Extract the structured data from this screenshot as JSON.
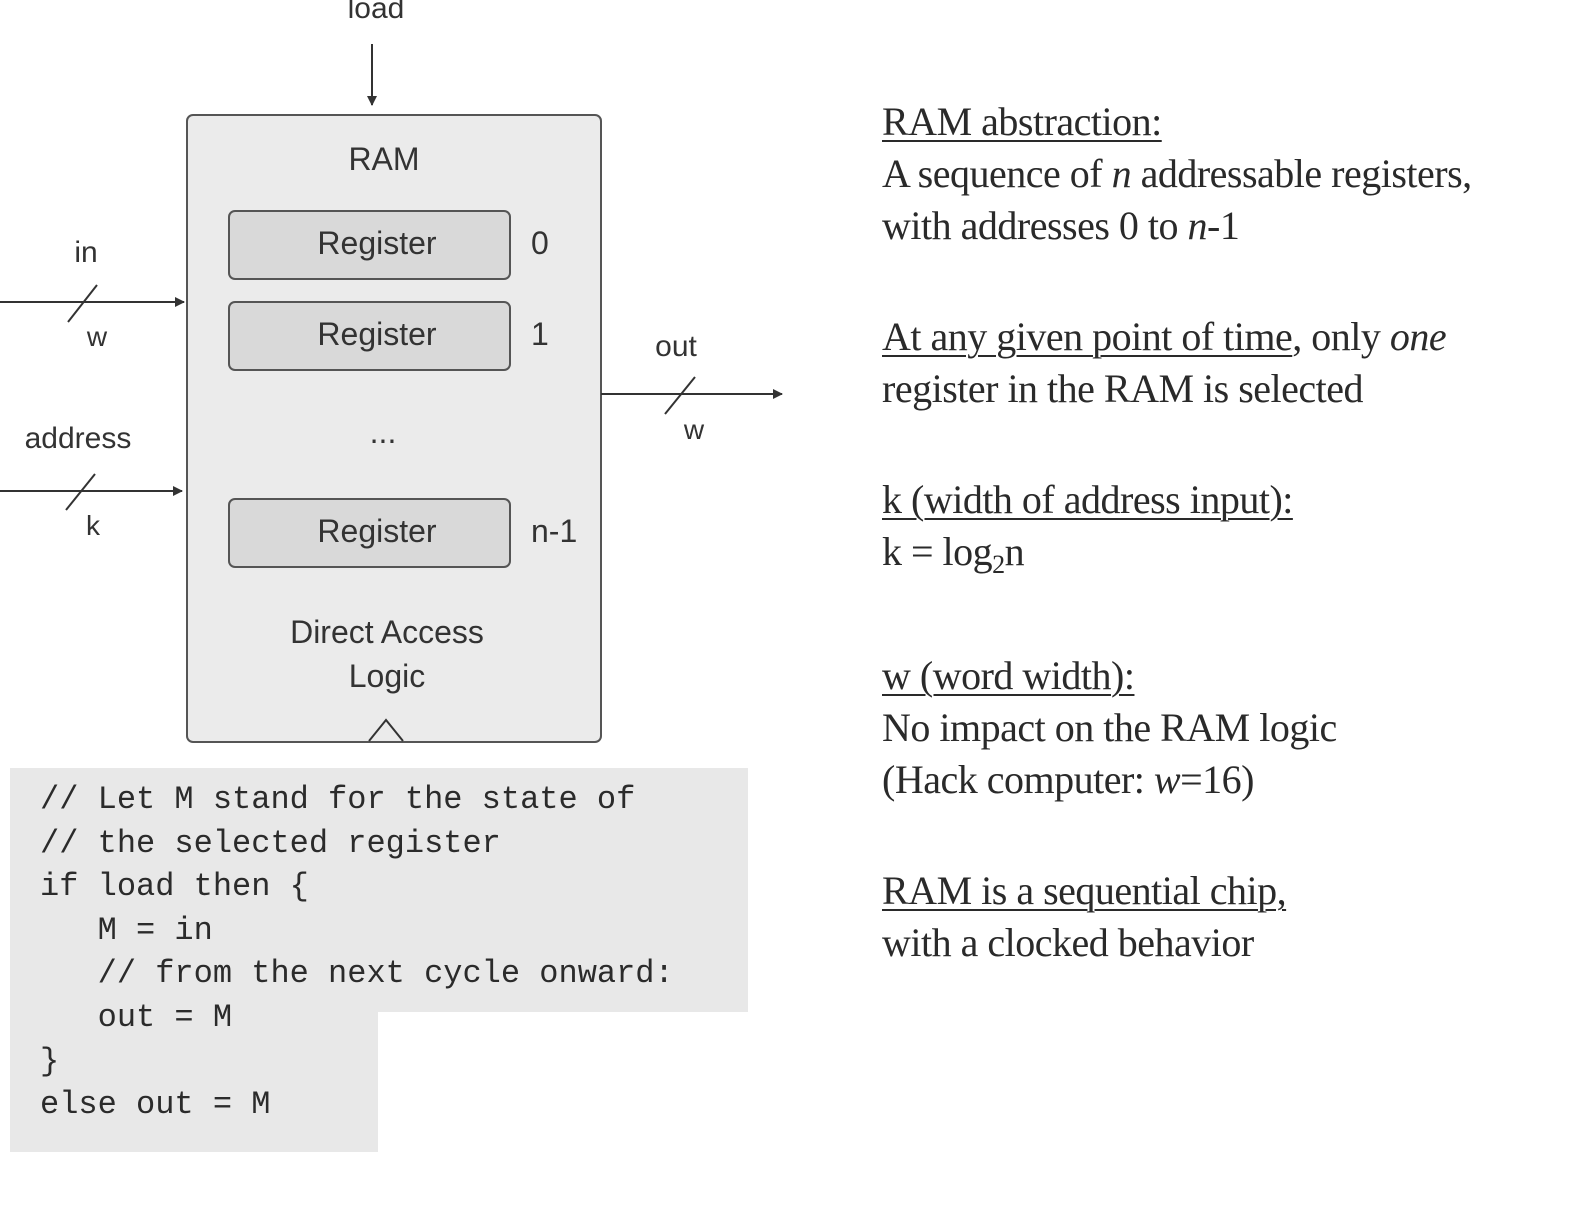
{
  "diagram": {
    "chip_title": "RAM",
    "registers": [
      {
        "label": "Register",
        "index": "0"
      },
      {
        "label": "Register",
        "index": "1"
      },
      {
        "label": "Register",
        "index": "n-1"
      }
    ],
    "ellipsis": "...",
    "logic_label_line1": "Direct Access",
    "logic_label_line2": "Logic",
    "load_label": "load",
    "in_label": "in",
    "in_width": "w",
    "address_label": "address",
    "address_width": "k",
    "out_label": "out",
    "out_width": "w"
  },
  "code": [
    "// Let M stand for the state of",
    "// the selected register",
    "if load then {",
    "   M = in",
    "   // from the next cycle onward:",
    "   out = M",
    "}",
    "else out = M"
  ],
  "notes": {
    "abstraction": {
      "heading": "RAM abstraction:",
      "line1_a": "A sequence of ",
      "line1_n": "n",
      "line1_b": " addressable registers,",
      "line2_a": "with addresses 0 to ",
      "line2_n": "n",
      "line2_b": "-1"
    },
    "selection": {
      "heading": "At any given point of time",
      "after_heading": ", only ",
      "one": "one",
      "line2": "register in the RAM is selected"
    },
    "k": {
      "heading": "k (width of address input):",
      "formula_a": "k = log",
      "formula_sub": "2",
      "formula_b": "n"
    },
    "w": {
      "heading": "w (word width):",
      "line1": "No impact on the RAM logic",
      "line2_a": "(Hack computer: ",
      "line2_w": "w",
      "line2_b": "=16)"
    },
    "sequential": {
      "heading": "RAM is a sequential chip,",
      "line2": "with a clocked behavior"
    }
  }
}
